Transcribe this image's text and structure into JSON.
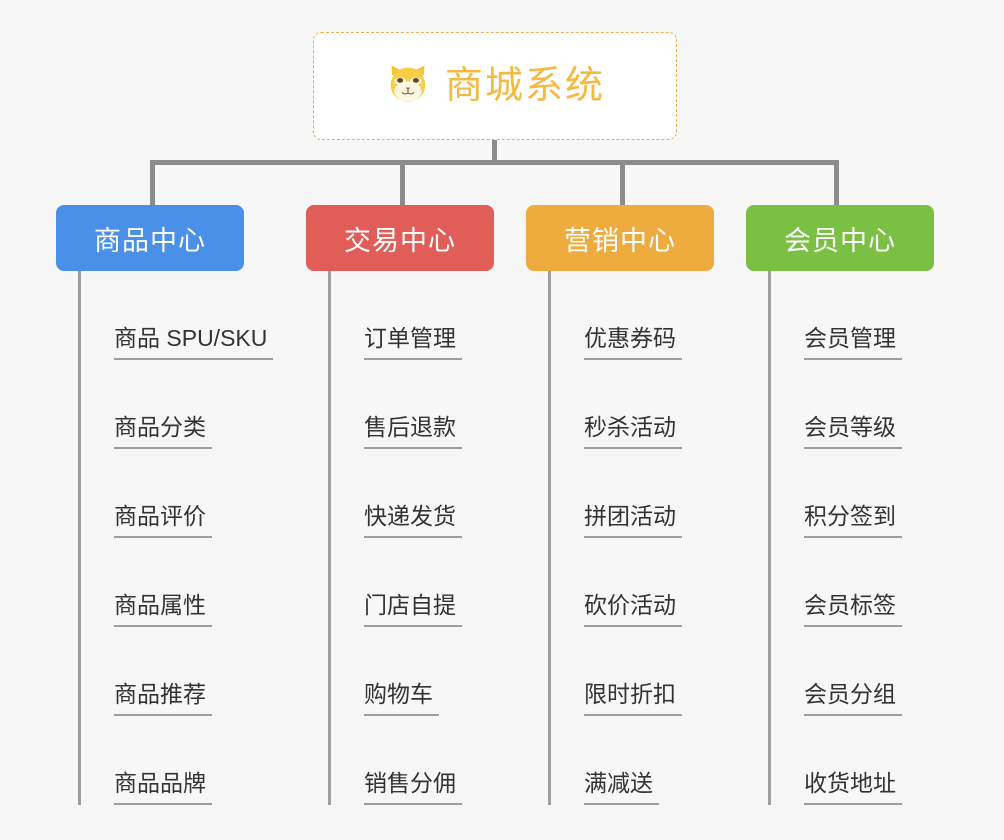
{
  "page": {
    "background_color": "#f7f7f7",
    "diagram_type": "org-chart"
  },
  "root": {
    "title": "商城系统",
    "icon": "shiba-dog-icon",
    "title_color": "#f5b942",
    "border_color": "#f0ad4e",
    "background_color": "#ffffff"
  },
  "connector": {
    "color": "#8c8c8c"
  },
  "columns": [
    {
      "label": "商品中心",
      "color": "#4a90e8",
      "items": [
        "商品 SPU/SKU",
        "商品分类",
        "商品评价",
        "商品属性",
        "商品推荐",
        "商品品牌"
      ]
    },
    {
      "label": "交易中心",
      "color": "#e05d58",
      "items": [
        "订单管理",
        "售后退款",
        "快递发货",
        "门店自提",
        "购物车",
        "销售分佣"
      ]
    },
    {
      "label": "营销中心",
      "color": "#eeab3e",
      "items": [
        "优惠券码",
        "秒杀活动",
        "拼团活动",
        "砍价活动",
        "限时折扣",
        "满减送"
      ]
    },
    {
      "label": "会员中心",
      "color": "#7ac143",
      "items": [
        "会员管理",
        "会员等级",
        "积分签到",
        "会员标签",
        "会员分组",
        "收货地址"
      ]
    }
  ]
}
